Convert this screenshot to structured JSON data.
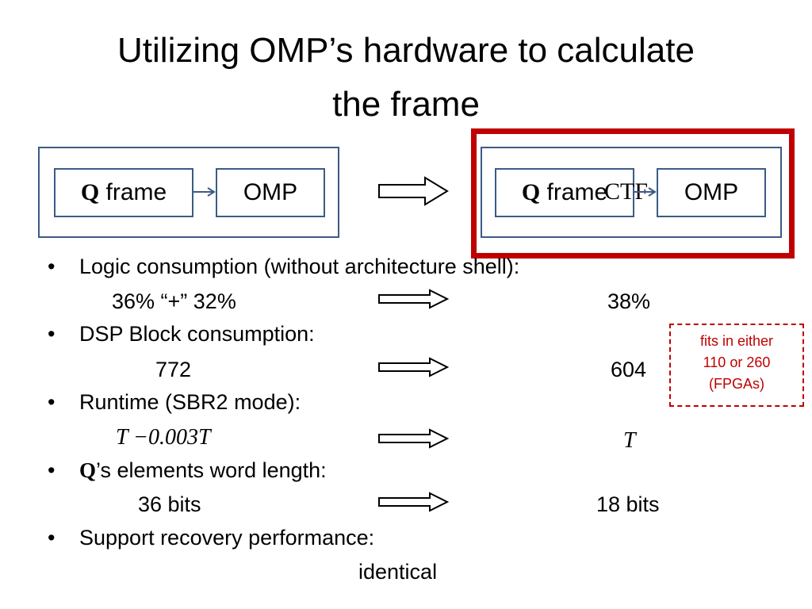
{
  "slide": {
    "title_line1": "Utilizing OMP’s hardware to calculate",
    "title_line2": "the frame"
  },
  "diagram_left": {
    "q_symbol": "Q",
    "frame_label": " frame",
    "omp_label": "OMP"
  },
  "diagram_right": {
    "q_symbol": "Q",
    "frame_label": " frame",
    "overlap_label": "CTF",
    "omp_label": "OMP"
  },
  "bullets": [
    {
      "text": "Logic consumption (without architecture shell):",
      "left_value": "36% “+” 32%",
      "right_value": "38%"
    },
    {
      "text": "DSP Block consumption:",
      "left_value": "772",
      "right_value": "604"
    },
    {
      "text": "Runtime (SBR2 mode):",
      "left_value": "T −0.003T",
      "right_value": "T"
    },
    {
      "q_symbol": "Q",
      "text": "’s elements word length:",
      "left_value": "36 bits",
      "right_value": "18 bits"
    },
    {
      "text": "Support recovery performance:",
      "center_value": "identical"
    }
  ],
  "bullet_symbol": "•",
  "note": {
    "line1": "fits in either",
    "line2": "110 or 260",
    "line3": "(FPGAs)"
  },
  "colors": {
    "box_border": "#3b5b85",
    "highlight": "#c00000",
    "note_text": "#c00000"
  }
}
